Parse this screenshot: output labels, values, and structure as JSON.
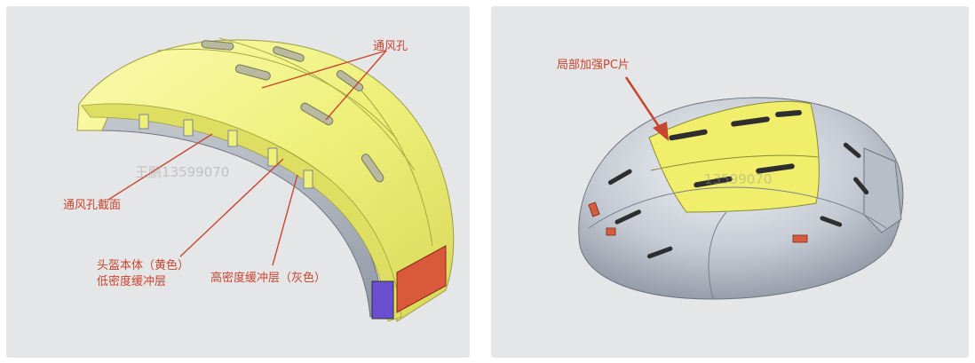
{
  "left_panel": {
    "labels": {
      "vent_holes": "通风孔",
      "vent_section": "通风孔截面",
      "shell_line1": "头盔本体（黄色）",
      "shell_line2": "低密度缓冲层",
      "high_density": "高密度缓冲层（灰色）"
    },
    "watermark": "王鹏13599070"
  },
  "right_panel": {
    "labels": {
      "pc_patch": "局部加强PC片"
    },
    "watermark": "13599070"
  },
  "colors": {
    "label_red": "#c8452e",
    "shell_yellow": "#eef07a",
    "foam_gray": "#a9b0ba",
    "background": "#e5e6e8"
  }
}
